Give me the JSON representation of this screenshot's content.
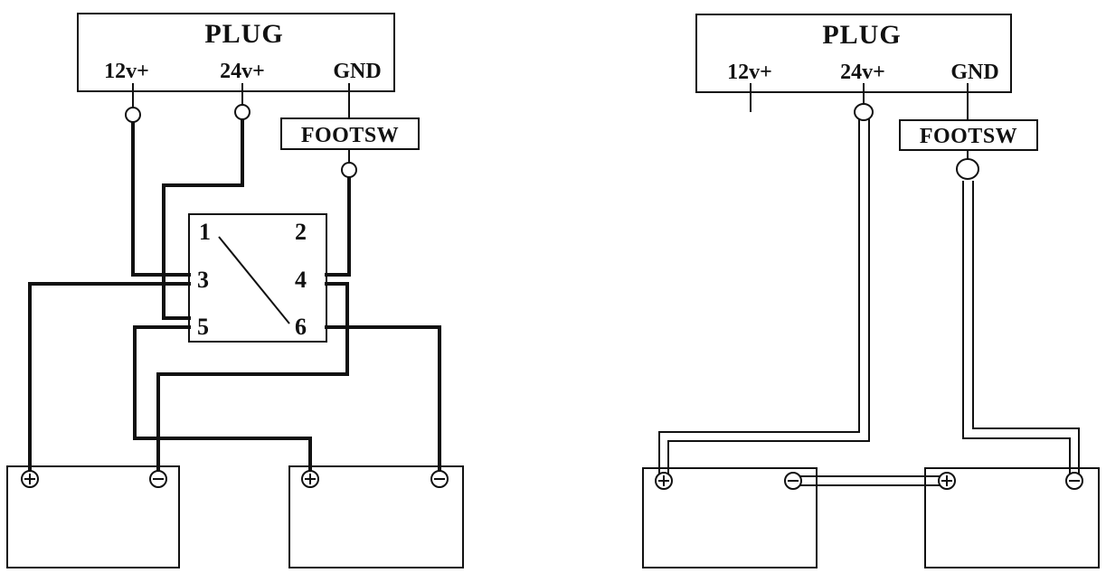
{
  "left_diagram": {
    "plug": {
      "title": "PLUG",
      "pins": [
        "12v+",
        "24v+",
        "GND"
      ]
    },
    "footswitch": {
      "label": "FOOTSW"
    },
    "switch_terminals": [
      "1",
      "2",
      "3",
      "4",
      "5",
      "6"
    ]
  },
  "right_diagram": {
    "plug": {
      "title": "PLUG",
      "pins": [
        "12v+",
        "24v+",
        "GND"
      ]
    },
    "footswitch": {
      "label": "FOOTSW"
    }
  },
  "colors": {
    "ink": "#111111",
    "background": "#ffffff"
  }
}
